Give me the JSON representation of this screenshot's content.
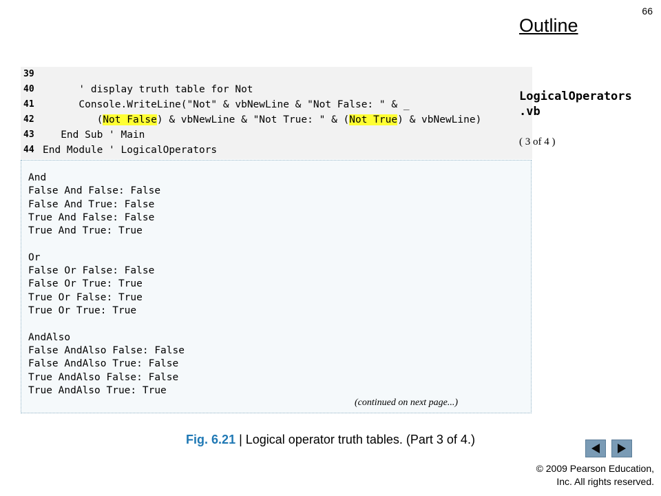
{
  "page_number": "66",
  "outline_title": "Outline",
  "side": {
    "filename_line1": "LogicalOperators",
    "filename_line2": ".vb",
    "part": "( 3 of 4 )"
  },
  "code_lines": [
    {
      "num": "39",
      "parts": []
    },
    {
      "num": "40",
      "parts": [
        {
          "t": "      ' display truth table for Not",
          "c": ""
        }
      ]
    },
    {
      "num": "41",
      "parts": [
        {
          "t": "      Console.WriteLine(",
          "c": ""
        },
        {
          "t": "\"Not\"",
          "c": "str"
        },
        {
          "t": " & vbNewLine & ",
          "c": ""
        },
        {
          "t": "\"Not False: \"",
          "c": "str"
        },
        {
          "t": " & _",
          "c": ""
        }
      ]
    },
    {
      "num": "42",
      "parts": [
        {
          "t": "         (",
          "c": ""
        },
        {
          "t": "Not False",
          "c": "hl"
        },
        {
          "t": ") & vbNewLine & ",
          "c": ""
        },
        {
          "t": "\"Not True: \"",
          "c": "str"
        },
        {
          "t": " & (",
          "c": ""
        },
        {
          "t": "Not True",
          "c": "hl"
        },
        {
          "t": ") & vbNewLine)",
          "c": ""
        }
      ]
    },
    {
      "num": "43",
      "parts": [
        {
          "t": "   End Sub ' Main",
          "c": ""
        }
      ]
    },
    {
      "num": "44",
      "parts": [
        {
          "t": "End Module ' LogicalOperators",
          "c": ""
        }
      ]
    }
  ],
  "output_lines": [
    "And",
    "False And False: False",
    "False And True: False",
    "True And False: False",
    "True And True: True",
    "",
    "Or",
    "False Or False: False",
    "False Or True: True",
    "True Or False: True",
    "True Or True: True",
    "",
    "AndAlso",
    "False AndAlso False: False",
    "False AndAlso True: False",
    "True AndAlso False: False",
    "True AndAlso True: True"
  ],
  "continued_note": "(continued on next page...)",
  "caption": {
    "fig": "Fig. 6.21",
    "separator": " | ",
    "text": "Logical operator truth tables. (Part 3 of 4.)"
  },
  "nav": {
    "prev_icon": "triangle-left-icon",
    "next_icon": "triangle-right-icon"
  },
  "copyright": {
    "line1": "© 2009 Pearson Education,",
    "line2": "Inc.  All rights reserved."
  },
  "colors": {
    "caption_accent": "#1f78b4",
    "highlight": "#ffff33",
    "nav_button": "#7a9bb5"
  }
}
